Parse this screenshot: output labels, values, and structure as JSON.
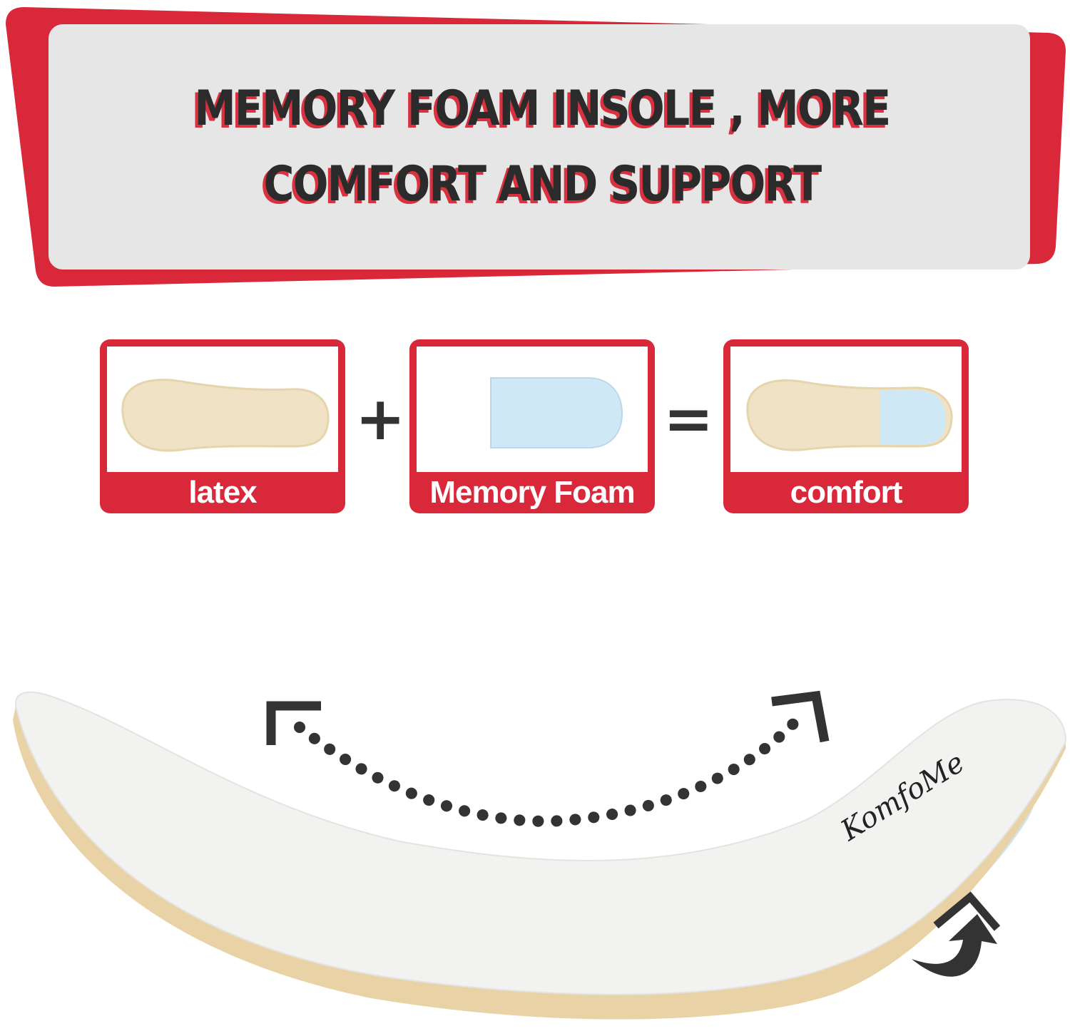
{
  "banner": {
    "headline_line1": "MEMORY FOAM INSOLE , MORE",
    "headline_line2": "COMFORT AND SUPPORT"
  },
  "equation": {
    "cards": [
      {
        "label": "latex"
      },
      {
        "label": "Memory Foam"
      },
      {
        "label": "comfort"
      }
    ],
    "plus": "+",
    "equals": "="
  },
  "brand": {
    "logo_text": "KomfoMe"
  },
  "colors": {
    "accent_red": "#d8283a",
    "panel_gray": "#e6e6e6",
    "latex_beige": "#f0e2c4",
    "foam_blue": "#cfe8f5",
    "dark_gray": "#333333"
  },
  "icons": [
    "flex-arrow-icon",
    "heel-lift-arrow-icon",
    "plus-icon",
    "equals-icon"
  ]
}
